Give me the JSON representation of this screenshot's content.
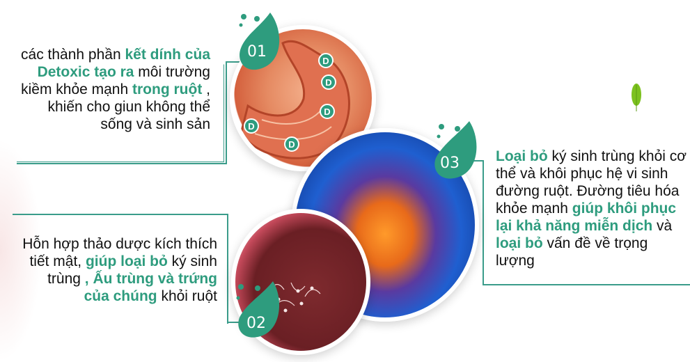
{
  "colors": {
    "accent": "#2e9c7e",
    "frame": "#3a9c8a",
    "text": "#111111"
  },
  "step1": {
    "number": "01",
    "segments": [
      {
        "text": "các thành phần ",
        "highlight": false
      },
      {
        "text": "kết dính của Detoxic tạo ra",
        "highlight": true
      },
      {
        "text": " môi trường kiềm khỏe mạnh ",
        "highlight": false
      },
      {
        "text": "trong ruột",
        "highlight": true
      },
      {
        "text": " , khiến cho giun không thể sống và sinh sản",
        "highlight": false
      }
    ],
    "image": "stomach-illustration",
    "marker_label": "D"
  },
  "step2": {
    "number": "02",
    "segments": [
      {
        "text": "Hỗn hợp thảo dược kích thích tiết mật, ",
        "highlight": false
      },
      {
        "text": "giúp loại bỏ",
        "highlight": true
      },
      {
        "text": " ký sinh trùng ",
        "highlight": false
      },
      {
        "text": ", Ấu trùng và trứng của chúng",
        "highlight": true
      },
      {
        "text": " khỏi ruột",
        "highlight": false
      }
    ],
    "image": "intestine-parasites-illustration"
  },
  "step3": {
    "number": "03",
    "segments": [
      {
        "text": "Loại bỏ",
        "highlight": true
      },
      {
        "text": " ký sinh trùng khỏi cơ thể và khôi phục hệ vi sinh đường ruột. Đường tiêu hóa khỏe mạnh ",
        "highlight": false
      },
      {
        "text": "giúp khôi phục lại khả năng miễn dịch",
        "highlight": true
      },
      {
        "text": " và ",
        "highlight": false
      },
      {
        "text": "loại bỏ",
        "highlight": true
      },
      {
        "text": " vấn đề về trọng lượng",
        "highlight": false
      }
    ],
    "image": "digestive-system-illustration"
  },
  "decor": {
    "leaf": "green-leaf-icon"
  }
}
